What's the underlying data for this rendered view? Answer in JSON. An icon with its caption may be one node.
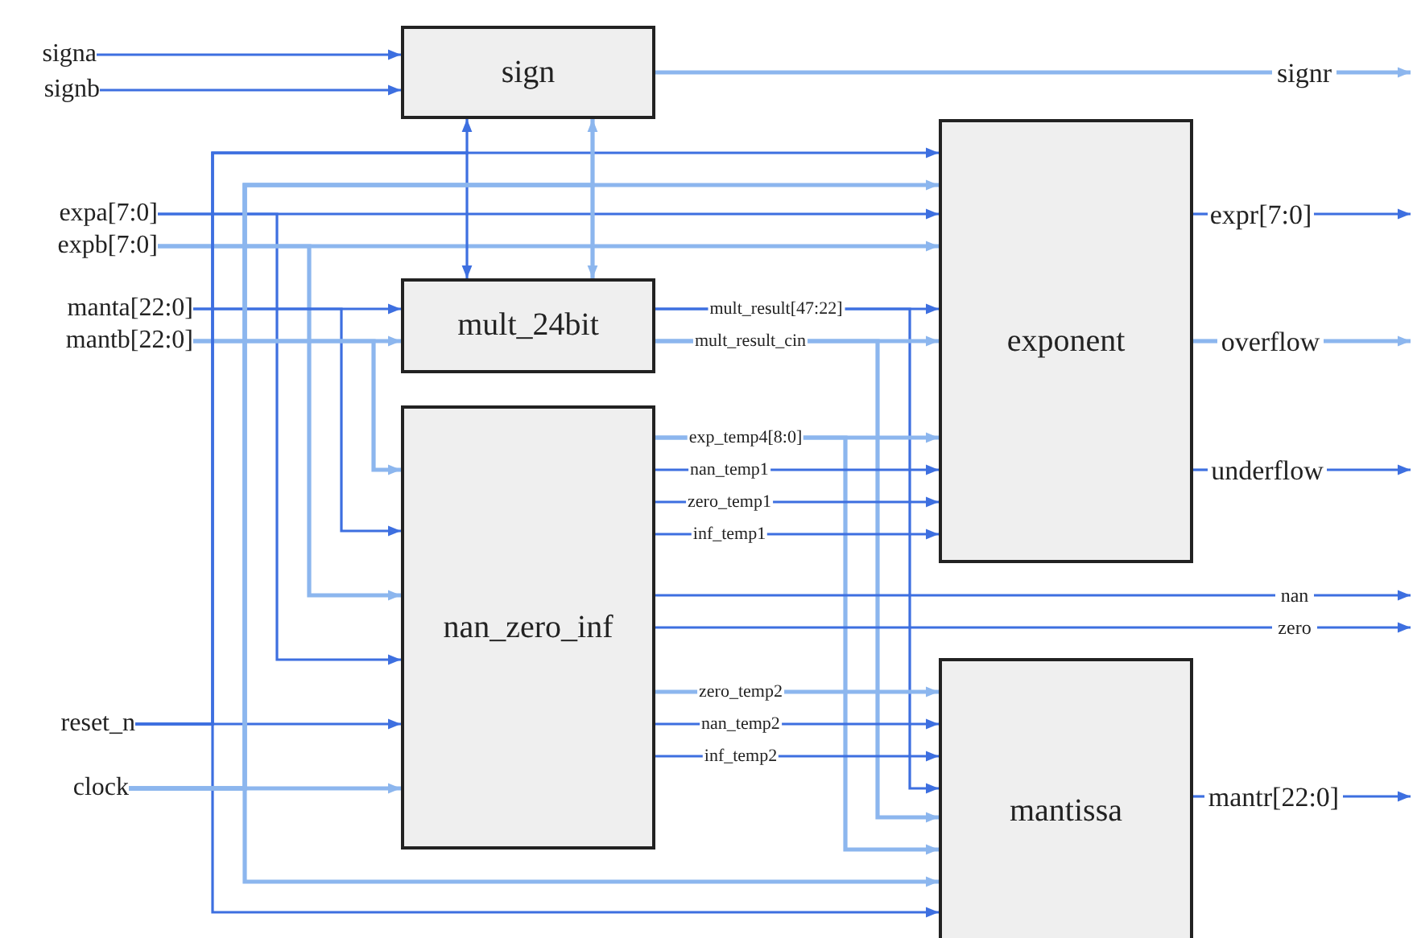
{
  "diagram": {
    "nodes": [
      {
        "text": [
          "sign"
        ]
      },
      {
        "text": [
          "mult_24bit"
        ]
      },
      {
        "text": [
          "nan_zero_inf"
        ]
      },
      {
        "text": [
          "exponent"
        ]
      },
      {
        "text": [
          "mantissa"
        ]
      },
      {
        "text": [
          "signa"
        ]
      },
      {
        "text": [
          "signb"
        ]
      },
      {
        "text": [
          "expa[7:0]"
        ]
      },
      {
        "text": [
          "expb[7:0]"
        ]
      },
      {
        "text": [
          "manta[22:0]"
        ]
      },
      {
        "text": [
          "mantb[22:0]"
        ]
      },
      {
        "text": [
          "reset_n"
        ]
      },
      {
        "text": [
          "clock"
        ]
      },
      {
        "text": [
          "signr"
        ]
      },
      {
        "text": [
          "expr[7:0]"
        ]
      },
      {
        "text": [
          "overflow"
        ]
      },
      {
        "text": [
          "underflow"
        ]
      },
      {
        "text": [
          "nan"
        ]
      },
      {
        "text": [
          "zero"
        ]
      },
      {
        "text": [
          "mantr[22:0]"
        ]
      }
    ],
    "edges": [
      {
        "from": 5,
        "to": 0,
        "arrow": "to"
      },
      {
        "from": 6,
        "to": 0,
        "arrow": "to"
      },
      {
        "from": 0,
        "to": 13,
        "arrow": "none",
        "color": "#8cb6ee"
      },
      {
        "from": 7,
        "to": 3,
        "arrow": "to"
      },
      {
        "from": 7,
        "to": 2,
        "arrow": "to"
      },
      {
        "from": 8,
        "to": 3,
        "arrow": "to",
        "color": "#8cb6ee"
      },
      {
        "from": 8,
        "to": 2,
        "arrow": "to",
        "color": "#8cb6ee"
      },
      {
        "from": 9,
        "to": 1,
        "arrow": "to"
      },
      {
        "from": 9,
        "to": 2,
        "arrow": "to"
      },
      {
        "from": 10,
        "to": 1,
        "arrow": "to",
        "color": "#8cb6ee"
      },
      {
        "from": 10,
        "to": 2,
        "arrow": "to",
        "color": "#8cb6ee"
      },
      {
        "from": 11,
        "to": 0,
        "arrow": "to"
      },
      {
        "from": 11,
        "to": 1,
        "arrow": "to"
      },
      {
        "from": 11,
        "to": 2,
        "arrow": "to"
      },
      {
        "from": 11,
        "to": 3,
        "arrow": "to"
      },
      {
        "from": 11,
        "to": 4,
        "arrow": "to"
      },
      {
        "from": 12,
        "to": 0,
        "arrow": "to",
        "color": "#8cb6ee"
      },
      {
        "from": 12,
        "to": 1,
        "arrow": "to",
        "color": "#8cb6ee"
      },
      {
        "from": 12,
        "to": 2,
        "arrow": "to",
        "color": "#8cb6ee"
      },
      {
        "from": 12,
        "to": 3,
        "arrow": "to",
        "color": "#8cb6ee"
      },
      {
        "from": 12,
        "to": 4,
        "arrow": "to",
        "color": "#8cb6ee"
      },
      {
        "from": 1,
        "to": 3,
        "arrow": "to",
        "label": "mult_result[47:22]"
      },
      {
        "from": 1,
        "to": 4,
        "arrow": "to"
      },
      {
        "from": 1,
        "to": 3,
        "arrow": "to",
        "label": "mult_result_cin",
        "color": "#8cb6ee"
      },
      {
        "from": 1,
        "to": 4,
        "arrow": "to",
        "color": "#8cb6ee"
      },
      {
        "from": 2,
        "to": 3,
        "arrow": "to",
        "label": "exp_temp4[8:0]",
        "color": "#8cb6ee"
      },
      {
        "from": 2,
        "to": 4,
        "arrow": "to",
        "color": "#8cb6ee"
      },
      {
        "from": 2,
        "to": 3,
        "arrow": "to",
        "label": "nan_temp1"
      },
      {
        "from": 2,
        "to": 3,
        "arrow": "to",
        "label": "zero_temp1"
      },
      {
        "from": 2,
        "to": 3,
        "arrow": "to",
        "label": "inf_temp1"
      },
      {
        "from": 2,
        "to": 17,
        "arrow": "none"
      },
      {
        "from": 2,
        "to": 18,
        "arrow": "none"
      },
      {
        "from": 2,
        "to": 4,
        "arrow": "to",
        "label": "zero_temp2",
        "color": "#8cb6ee"
      },
      {
        "from": 2,
        "to": 4,
        "arrow": "to",
        "label": "nan_temp2"
      },
      {
        "from": 2,
        "to": 4,
        "arrow": "to",
        "label": "inf_temp2"
      },
      {
        "from": 3,
        "to": 14,
        "arrow": "none"
      },
      {
        "from": 3,
        "to": 15,
        "arrow": "none",
        "color": "#8cb6ee"
      },
      {
        "from": 3,
        "to": 16,
        "arrow": "none"
      },
      {
        "from": 4,
        "to": 19,
        "arrow": "none"
      },
      {
        "from": 13,
        "to": null,
        "arrow": "to",
        "color": "#8cb6ee"
      },
      {
        "from": 14,
        "to": null,
        "arrow": "to"
      },
      {
        "from": 15,
        "to": null,
        "arrow": "to",
        "color": "#8cb6ee"
      },
      {
        "from": 16,
        "to": null,
        "arrow": "to"
      },
      {
        "from": 17,
        "to": null,
        "arrow": "to"
      },
      {
        "from": 18,
        "to": null,
        "arrow": "to"
      },
      {
        "from": 19,
        "to": null,
        "arrow": "to"
      }
    ]
  }
}
